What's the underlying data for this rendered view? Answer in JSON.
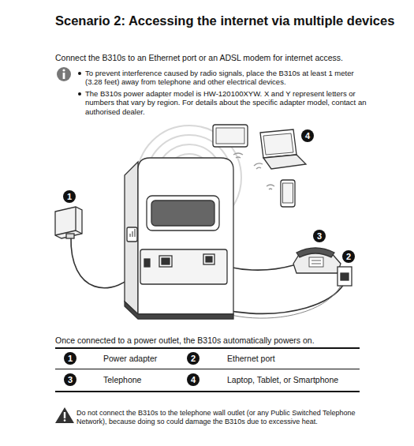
{
  "diagram": {
    "title": "Scenario 2: Accessing the internet via multiple devices",
    "labels": [
      "Connect the B310s to an Ethernet port or an ADSL modem for internet access.",
      "To prevent interference caused by radio signals, place the B310s at least 1 meter (3.28 feet) away from telephone and other electrical devices.",
      "The B310s power adapter model is HW-120100XYW. X and Y represent letters or numbers that vary by region. For details about the specific adapter model, contact an authorised dealer.",
      "4",
      "1",
      "3",
      "2",
      "Once connected to a power outlet, the B310s automatically powers on.",
      "1",
      "Power adapter",
      "2",
      "Ethernet port",
      "3",
      "Telephone",
      "4",
      "Laptop, Tablet, or Smartphone",
      "Do not connect the B310s to the telephone wall outlet (or any Public Switched Telephone Network), because doing so could damage the B310s due to excessive heat."
    ]
  }
}
